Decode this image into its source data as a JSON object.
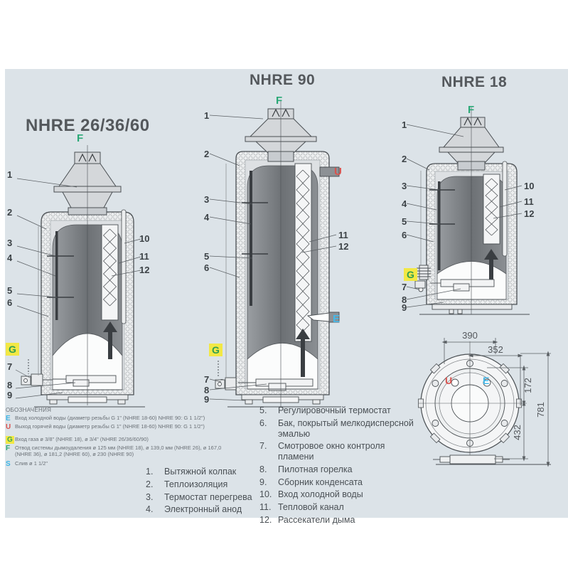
{
  "titles": {
    "left": "NHRE 26/36/60",
    "middle": "NHRE 90",
    "right": "NHRE 18"
  },
  "markers": {
    "f": "F",
    "g": "G",
    "u": "U",
    "e": "E",
    "s": "S"
  },
  "callouts": {
    "n1": "1",
    "n2": "2",
    "n3": "3",
    "n4": "4",
    "n5": "5",
    "n6": "6",
    "n7": "7",
    "n8": "8",
    "n9": "9",
    "n10": "10",
    "n11": "11",
    "n12": "12"
  },
  "colors": {
    "panel_background": "#dce3e8",
    "flue_marker": "#2aa876",
    "hot_water_marker": "#d9534f",
    "cold_water_marker": "#46b8e8",
    "gas_marker": "#3aa655",
    "gas_marker_highlight": "#f2e845",
    "drain_marker": "#3cb4e5"
  },
  "top_view": {
    "dims": {
      "w_outer": "390",
      "w_inner": "352",
      "h_ports": "172",
      "h_mid": "432",
      "h_total": "781"
    }
  },
  "legend": {
    "title": "ОБОЗНАЧЕНИЯ",
    "items": [
      {
        "key": "E",
        "text": "Вход холодной воды (диаметр резьбы G 1\" (NHRE 18-60) NHRE 90: G 1 1/2\")"
      },
      {
        "key": "U",
        "text": "Выход горячей воды (диаметр резьбы G 1\" (NHRE 18-60) NHRE 90: G 1 1/2\")"
      },
      {
        "key": "G",
        "text": "Вход газа ø 3/8\" (NHRE 18), ø 3/4\" (NHRE 26/36/60/90)"
      },
      {
        "key": "F",
        "text": "Отвод системы дымоудаления ø 125 мм (NHRE 18), ø 139,0 мм (NHRE 26), ø 167,0 (NHRE 36), ø 181,2 (NHRE 60), ø 230 (NHRE 90)"
      },
      {
        "key": "S",
        "text": "Слив ø 1 1/2\""
      }
    ]
  },
  "parts_list": {
    "left": [
      {
        "num": "1.",
        "text": "Вытяжной колпак"
      },
      {
        "num": "2.",
        "text": "Теплоизоляция"
      },
      {
        "num": "3.",
        "text": "Термостат перегрева"
      },
      {
        "num": "4.",
        "text": "Электронный анод"
      }
    ],
    "right": [
      {
        "num": "5.",
        "text": "Регулировочный термостат"
      },
      {
        "num": "6.",
        "text": "Бак, покрытый мелкодисперсной эмалью"
      },
      {
        "num": "7.",
        "text": "Смотровое окно контроля пламени"
      },
      {
        "num": "8.",
        "text": "Пилотная горелка"
      },
      {
        "num": "9.",
        "text": "Сборник конденсата"
      },
      {
        "num": "10.",
        "text": "Вход холодной воды"
      },
      {
        "num": "11.",
        "text": "Тепловой канал"
      },
      {
        "num": "12.",
        "text": "Рассекатели дыма"
      }
    ]
  }
}
